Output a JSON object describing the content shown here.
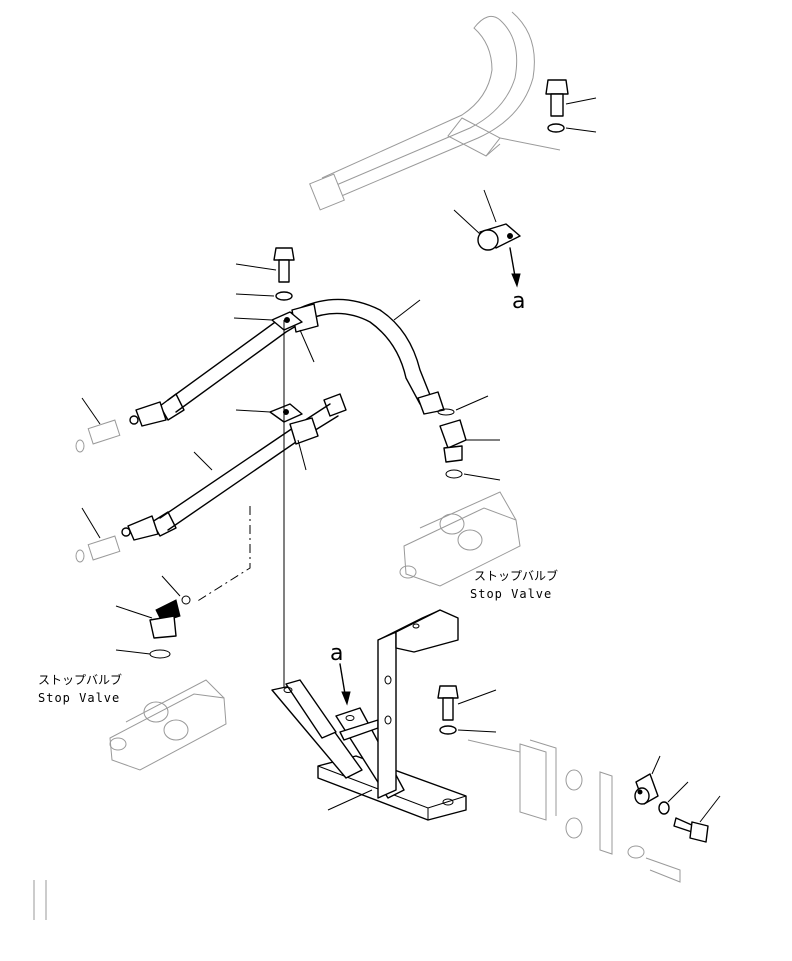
{
  "callouts": {
    "ref_upper": "a",
    "ref_lower": "a"
  },
  "labels": {
    "stop_valve_right_jp": "ストップバルブ",
    "stop_valve_right_en": "Stop Valve",
    "stop_valve_left_jp": "ストップバルブ",
    "stop_valve_left_en": "Stop Valve"
  }
}
